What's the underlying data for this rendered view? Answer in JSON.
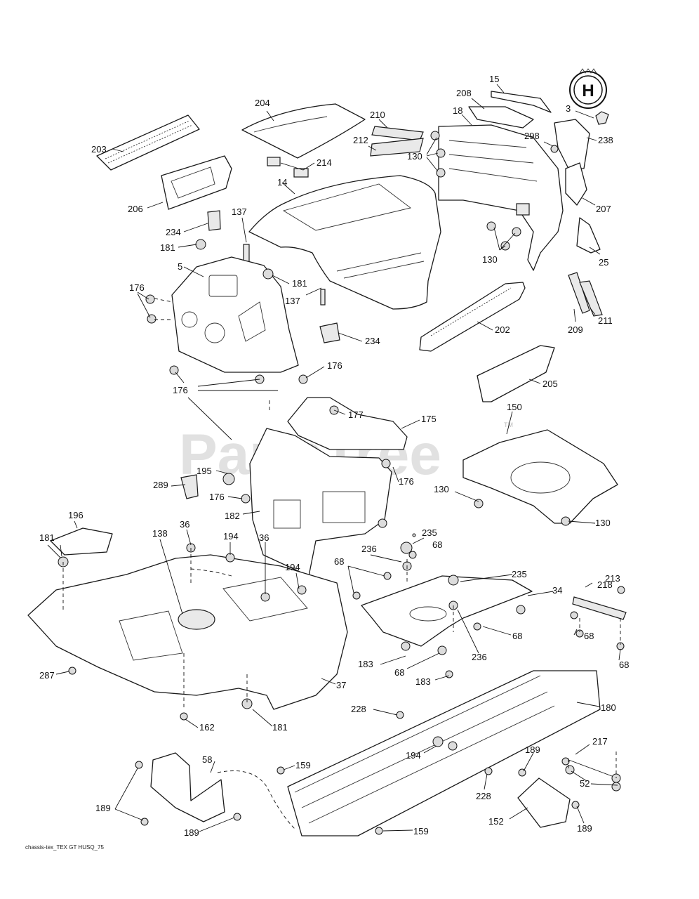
{
  "watermark": {
    "text": "PartsTree",
    "trademark": "TM"
  },
  "reference_code": "chassis-tex_TEX GT HUSQ_75",
  "brand_logo_letter": "H",
  "callouts": [
    {
      "id": "c15",
      "label": "15"
    },
    {
      "id": "c208",
      "label": "208"
    },
    {
      "id": "c3",
      "label": "3"
    },
    {
      "id": "c204",
      "label": "204"
    },
    {
      "id": "c210",
      "label": "210"
    },
    {
      "id": "c18",
      "label": "18"
    },
    {
      "id": "c298",
      "label": "298"
    },
    {
      "id": "c238",
      "label": "238"
    },
    {
      "id": "c203",
      "label": "203"
    },
    {
      "id": "c212",
      "label": "212"
    },
    {
      "id": "c130a",
      "label": "130"
    },
    {
      "id": "c214",
      "label": "214"
    },
    {
      "id": "c14",
      "label": "14"
    },
    {
      "id": "c206",
      "label": "206"
    },
    {
      "id": "c207",
      "label": "207"
    },
    {
      "id": "c137a",
      "label": "137"
    },
    {
      "id": "c234a",
      "label": "234"
    },
    {
      "id": "c181a",
      "label": "181"
    },
    {
      "id": "c130b",
      "label": "130"
    },
    {
      "id": "c25",
      "label": "25"
    },
    {
      "id": "c5",
      "label": "5"
    },
    {
      "id": "c181b",
      "label": "181"
    },
    {
      "id": "c176a",
      "label": "176"
    },
    {
      "id": "c137b",
      "label": "137"
    },
    {
      "id": "c209",
      "label": "209"
    },
    {
      "id": "c211",
      "label": "211"
    },
    {
      "id": "c202",
      "label": "202"
    },
    {
      "id": "c234b",
      "label": "234"
    },
    {
      "id": "c176b",
      "label": "176"
    },
    {
      "id": "c205",
      "label": "205"
    },
    {
      "id": "c176c",
      "label": "176"
    },
    {
      "id": "c177",
      "label": "177"
    },
    {
      "id": "c150",
      "label": "150"
    },
    {
      "id": "c175",
      "label": "175"
    },
    {
      "id": "c195",
      "label": "195"
    },
    {
      "id": "c289",
      "label": "289"
    },
    {
      "id": "c176d",
      "label": "176"
    },
    {
      "id": "c130c",
      "label": "130"
    },
    {
      "id": "c176e",
      "label": "176"
    },
    {
      "id": "c182",
      "label": "182"
    },
    {
      "id": "c130d",
      "label": "130"
    },
    {
      "id": "c196",
      "label": "196"
    },
    {
      "id": "c138",
      "label": "138"
    },
    {
      "id": "c36a",
      "label": "36"
    },
    {
      "id": "c235a",
      "label": "235"
    },
    {
      "id": "c181c",
      "label": "181"
    },
    {
      "id": "c194a",
      "label": "194"
    },
    {
      "id": "c36b",
      "label": "36"
    },
    {
      "id": "c236a",
      "label": "236"
    },
    {
      "id": "c68a",
      "label": "68"
    },
    {
      "id": "c194b",
      "label": "194"
    },
    {
      "id": "c68b",
      "label": "68"
    },
    {
      "id": "c235b",
      "label": "235"
    },
    {
      "id": "c213",
      "label": "213"
    },
    {
      "id": "c34",
      "label": "34"
    },
    {
      "id": "c218",
      "label": "218"
    },
    {
      "id": "c68c",
      "label": "68"
    },
    {
      "id": "c68d",
      "label": "68"
    },
    {
      "id": "c183a",
      "label": "183"
    },
    {
      "id": "c236b",
      "label": "236"
    },
    {
      "id": "c68e",
      "label": "68"
    },
    {
      "id": "c287",
      "label": "287"
    },
    {
      "id": "c68f",
      "label": "68"
    },
    {
      "id": "c183b",
      "label": "183"
    },
    {
      "id": "c37",
      "label": "37"
    },
    {
      "id": "c228a",
      "label": "228"
    },
    {
      "id": "c180",
      "label": "180"
    },
    {
      "id": "c162",
      "label": "162"
    },
    {
      "id": "c181d",
      "label": "181"
    },
    {
      "id": "c217",
      "label": "217"
    },
    {
      "id": "c194c",
      "label": "194"
    },
    {
      "id": "c58",
      "label": "58"
    },
    {
      "id": "c189a",
      "label": "189"
    },
    {
      "id": "c159a",
      "label": "159"
    },
    {
      "id": "c52",
      "label": "52"
    },
    {
      "id": "c228b",
      "label": "228"
    },
    {
      "id": "c189b",
      "label": "189"
    },
    {
      "id": "c152",
      "label": "152"
    },
    {
      "id": "c189c",
      "label": "189"
    },
    {
      "id": "c189d",
      "label": "189"
    },
    {
      "id": "c159b",
      "label": "159"
    }
  ]
}
